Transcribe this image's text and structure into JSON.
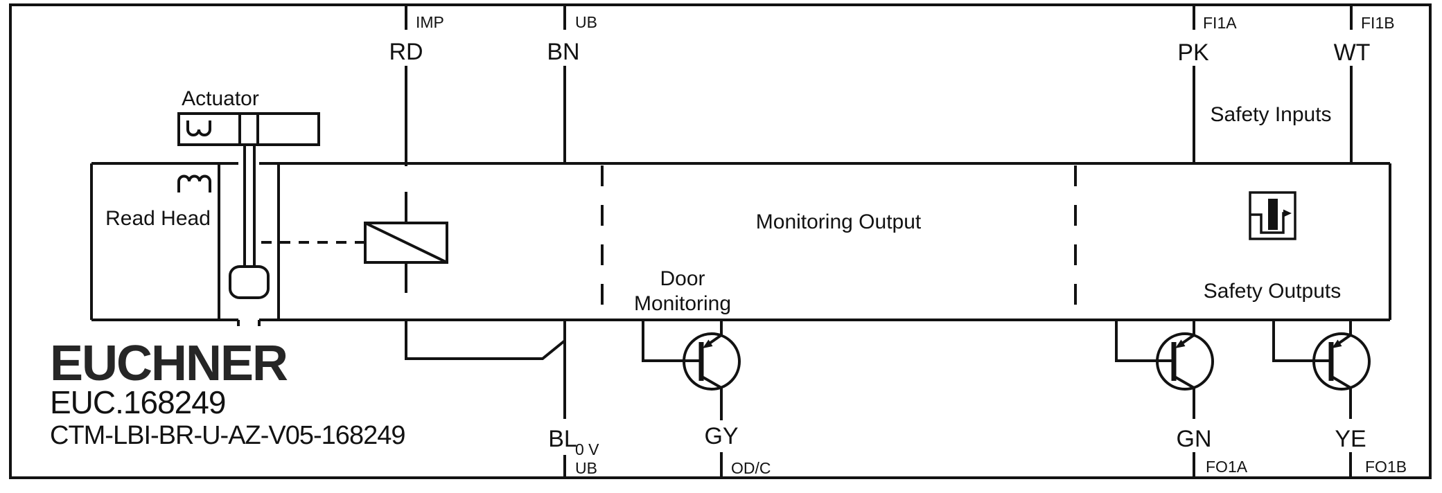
{
  "branding": {
    "logo": "EUCHNER",
    "order_number": "EUC.168249",
    "type_designation": "CTM-LBI-BR-U-AZ-V05-168249"
  },
  "labels": {
    "actuator": "Actuator",
    "read_head": "Read Head",
    "monitoring_output": "Monitoring Output",
    "door_monitoring_line1": "Door",
    "door_monitoring_line2": "Monitoring",
    "safety_inputs": "Safety Inputs",
    "safety_outputs": "Safety Outputs"
  },
  "terminals": {
    "top": [
      {
        "signal": "IMP",
        "wire_color": "RD"
      },
      {
        "signal": "UB",
        "wire_color": "BN"
      },
      {
        "signal": "FI1A",
        "wire_color": "PK"
      },
      {
        "signal": "FI1B",
        "wire_color": "WT"
      }
    ],
    "bottom": [
      {
        "wire_color": "BL",
        "signal": "0 V",
        "signal_secondary": "UB"
      },
      {
        "wire_color": "GY",
        "signal": "OD/C"
      },
      {
        "wire_color": "GN",
        "signal": "FO1A"
      },
      {
        "wire_color": "YE",
        "signal": "FO1B"
      }
    ]
  },
  "colors": {
    "line": "#121212",
    "background": "#ffffff",
    "logo": "#262626"
  }
}
